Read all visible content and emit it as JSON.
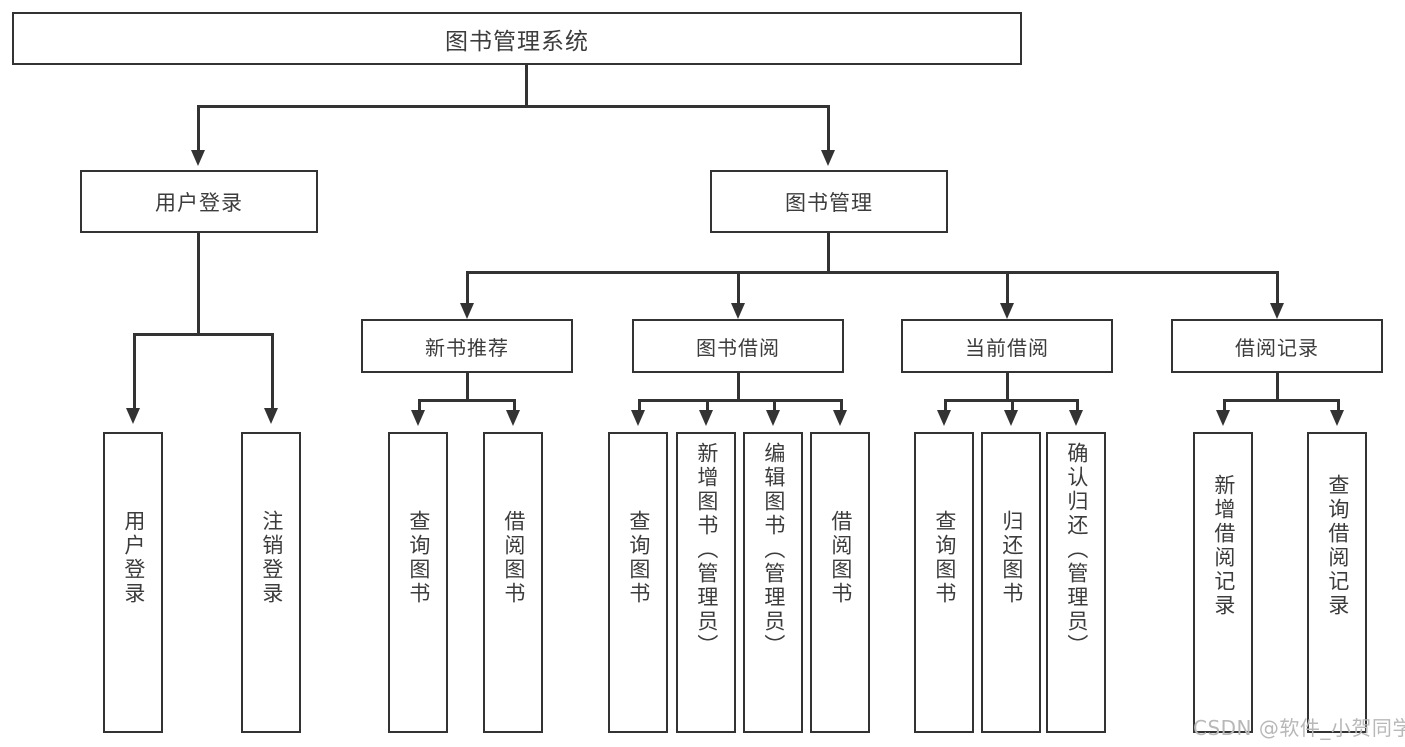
{
  "diagram": {
    "title": "图书管理系统",
    "type": "tree-hierarchy-diagram",
    "root": {
      "label": "图书管理系统"
    },
    "level2": [
      {
        "id": "user-login",
        "label": "用户登录"
      },
      {
        "id": "book-management",
        "label": "图书管理"
      }
    ],
    "level3": [
      {
        "id": "new-book-recommend",
        "label": "新书推荐",
        "parent": "book-management"
      },
      {
        "id": "book-borrow",
        "label": "图书借阅",
        "parent": "book-management"
      },
      {
        "id": "current-borrow",
        "label": "当前借阅",
        "parent": "book-management"
      },
      {
        "id": "borrow-record",
        "label": "借阅记录",
        "parent": "book-management"
      }
    ],
    "leaves": [
      {
        "id": "leaf-user-login",
        "label": "用户登录",
        "parent": "user-login"
      },
      {
        "id": "leaf-logout-login",
        "label": "注销登录",
        "parent": "user-login"
      },
      {
        "id": "leaf-query-book-1",
        "label": "查询图书",
        "parent": "new-book-recommend"
      },
      {
        "id": "leaf-borrow-book-1",
        "label": "借阅图书",
        "parent": "new-book-recommend"
      },
      {
        "id": "leaf-query-book-2",
        "label": "查询图书",
        "parent": "book-borrow"
      },
      {
        "id": "leaf-add-book",
        "label": "新增图书（管理员）",
        "parent": "book-borrow"
      },
      {
        "id": "leaf-edit-book",
        "label": "编辑图书（管理员）",
        "parent": "book-borrow"
      },
      {
        "id": "leaf-borrow-book-2",
        "label": "借阅图书",
        "parent": "book-borrow"
      },
      {
        "id": "leaf-query-book-3",
        "label": "查询图书",
        "parent": "current-borrow"
      },
      {
        "id": "leaf-return-book",
        "label": "归还图书",
        "parent": "current-borrow"
      },
      {
        "id": "leaf-confirm-return",
        "label": "确认归还（管理员）",
        "parent": "current-borrow"
      },
      {
        "id": "leaf-add-record",
        "label": "新增借阅记录",
        "parent": "borrow-record"
      },
      {
        "id": "leaf-query-record",
        "label": "查询借阅记录",
        "parent": "borrow-record"
      }
    ],
    "watermark": "CSDN @软件_小贺同学",
    "colors": {
      "stroke": "#333333",
      "text": "#3c3c3c",
      "background": "#ffffff",
      "watermark": "#b8b8b8"
    }
  }
}
